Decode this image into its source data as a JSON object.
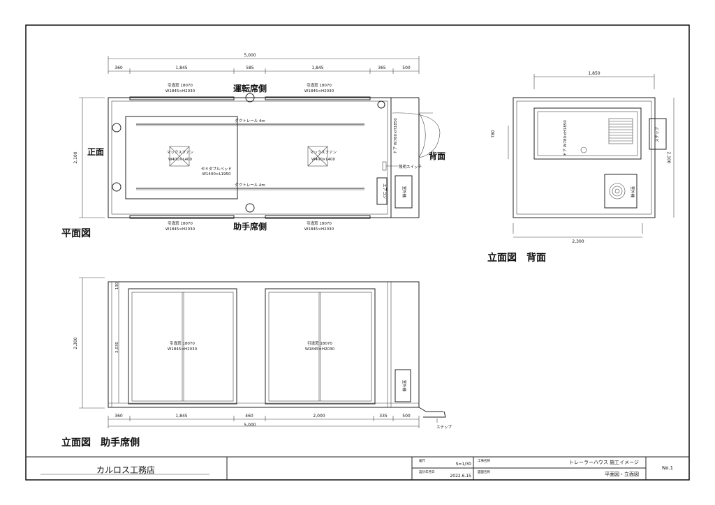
{
  "plan": {
    "title": "平面図",
    "driver_side": "運転席側",
    "passenger_side": "助手席側",
    "front": "正面",
    "back": "背面",
    "total_width": "5,000",
    "top_dims": [
      "360",
      "1,845",
      "585",
      "1,845",
      "365",
      "500"
    ],
    "height_dim": "2,100",
    "window_top_left": {
      "name": "引違窓 18070",
      "size": "W1845×H2030"
    },
    "window_top_right": {
      "name": "引違窓 18070",
      "size": "W1845×H2030"
    },
    "window_bottom_left": {
      "name": "引違窓 18070",
      "size": "W1845×H2030"
    },
    "window_bottom_right": {
      "name": "引違窓 18070",
      "size": "W1845×H2030"
    },
    "duct_rail_top": "ダクトレール 4m",
    "duct_rail_bottom": "ダクトレール 4m",
    "fan_left": {
      "name": "マックスファン",
      "size": "W400×L400"
    },
    "fan_right": {
      "name": "マックスファン",
      "size": "W400×L400"
    },
    "bed": {
      "name": "セミダブルベッド",
      "size": "W1400×L1950"
    },
    "door_label": "ドア W780×H1850",
    "light_switch": "照明スイッチ",
    "aircon": "エアコン",
    "outdoor_unit": "室外機"
  },
  "back_elev": {
    "title": "立面図　背面",
    "width_top": "1,850",
    "width_bottom": "2,300",
    "height_dim": "2,100",
    "door_h": "780",
    "door_label": "ドア W780×H1850",
    "step": "ステップ",
    "outdoor_unit": "室外機"
  },
  "side_elev": {
    "title": "立面図　助手席側",
    "height_dim": "2,300",
    "inner_h": "2,030",
    "top_gap": "130",
    "window_left": {
      "name": "引違窓 18070",
      "size": "W1845×H2030"
    },
    "window_right": {
      "name": "引違窓 18070",
      "size": "W1845×H2030"
    },
    "bottom_dims": [
      "360",
      "1,845",
      "460",
      "2,000",
      "335",
      "500"
    ],
    "total_width": "5,000",
    "step": "ステップ",
    "outdoor_unit": "室外機"
  },
  "title_block": {
    "company": "カルロス工務店",
    "scale_label": "縮尺",
    "scale": "S=1/30",
    "date_label": "設計年月日",
    "date": "2022.6.15",
    "project_label": "工事名称",
    "project": "トレーラーハウス 施工イメージ",
    "drawing_label": "図面名称",
    "drawing": "平面図・立面図",
    "no": "No.1"
  }
}
